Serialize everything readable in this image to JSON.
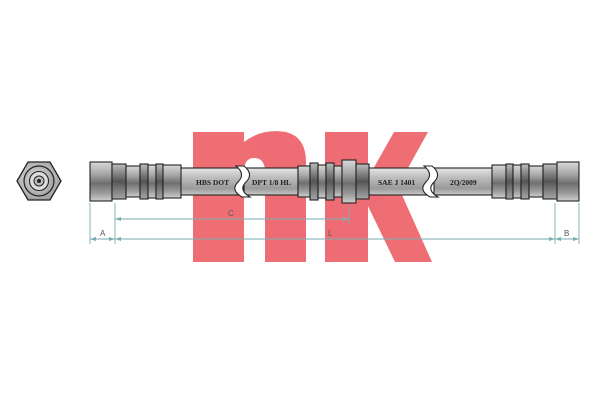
{
  "logo": {
    "icon": "nk-logo",
    "text": "nk",
    "color": "#e8363f"
  },
  "hose_print": {
    "segment_1": "HBS DOT",
    "segment_2": "DPT 1/8 HL",
    "segment_3": "SAE J 1401",
    "segment_4": "2Q/2009"
  },
  "dimensions": {
    "a": "A",
    "b": "B",
    "c": "C",
    "l": "L"
  },
  "colors": {
    "hose": "#b4b4b4",
    "fitting": "#8a8a8a",
    "dimension_line": "#7aaeb0",
    "outline": "#222222"
  }
}
